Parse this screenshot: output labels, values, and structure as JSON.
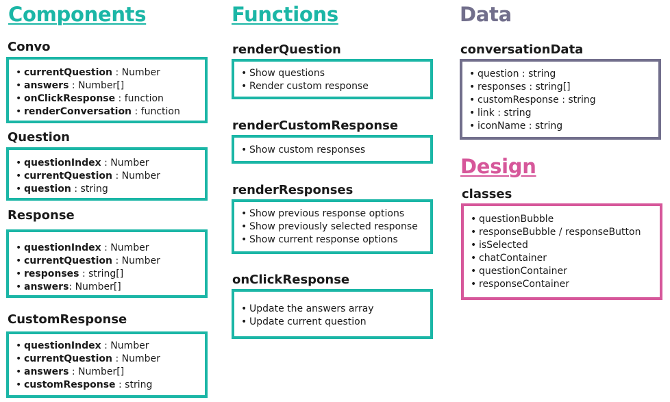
{
  "colors": {
    "teal": "#1bb6a6",
    "slate": "#726f8c",
    "pink": "#d6579a",
    "text": "#1a1a1a"
  },
  "components": {
    "heading": "Components",
    "convo": {
      "title": "Convo",
      "items": [
        {
          "name": "currentQuestion",
          "type": " : Number"
        },
        {
          "name": "answers",
          "type": " : Number[]"
        },
        {
          "name": "onClickResponse",
          "type": " : function"
        },
        {
          "name": "renderConversation",
          "type": " : function"
        }
      ]
    },
    "question": {
      "title": "Question",
      "items": [
        {
          "name": "questionIndex",
          "type": " : Number"
        },
        {
          "name": "currentQuestion",
          "type": " : Number"
        },
        {
          "name": "question",
          "type": " : string"
        }
      ]
    },
    "response": {
      "title": "Response",
      "items": [
        {
          "name": "questionIndex",
          "type": " : Number"
        },
        {
          "name": "currentQuestion",
          "type": " : Number"
        },
        {
          "name": "responses",
          "type": " : string[]"
        },
        {
          "name": "answers",
          "type": ": Number[]"
        }
      ]
    },
    "custom_response": {
      "title": "CustomResponse",
      "items": [
        {
          "name": "questionIndex",
          "type": " : Number"
        },
        {
          "name": "currentQuestion",
          "type": " : Number"
        },
        {
          "name": "answers",
          "type": " : Number[]"
        },
        {
          "name": "customResponse",
          "type": " : string"
        }
      ]
    }
  },
  "functions": {
    "heading": "Functions",
    "render_question": {
      "title": "renderQuestion",
      "items": [
        "Show questions",
        "Render custom response"
      ]
    },
    "render_custom_response": {
      "title": "renderCustomResponse",
      "items": [
        "Show custom responses"
      ]
    },
    "render_responses": {
      "title": "renderResponses",
      "items": [
        "Show previous response options",
        "Show previously selected response",
        "Show current response options"
      ]
    },
    "on_click_response": {
      "title": "onClickResponse",
      "items": [
        "Update the answers array",
        "Update current question"
      ]
    }
  },
  "data": {
    "heading": "Data",
    "conversation_data": {
      "title": "conversationData",
      "items": [
        "question : string",
        "responses : string[]",
        "customResponse : string",
        "link : string",
        "iconName : string"
      ]
    }
  },
  "design": {
    "heading": "Design",
    "classes": {
      "title": "classes",
      "items": [
        "questionBubble",
        "responseBubble / responseButton",
        "isSelected",
        "chatContainer",
        "questionContainer",
        "responseContainer"
      ]
    }
  }
}
